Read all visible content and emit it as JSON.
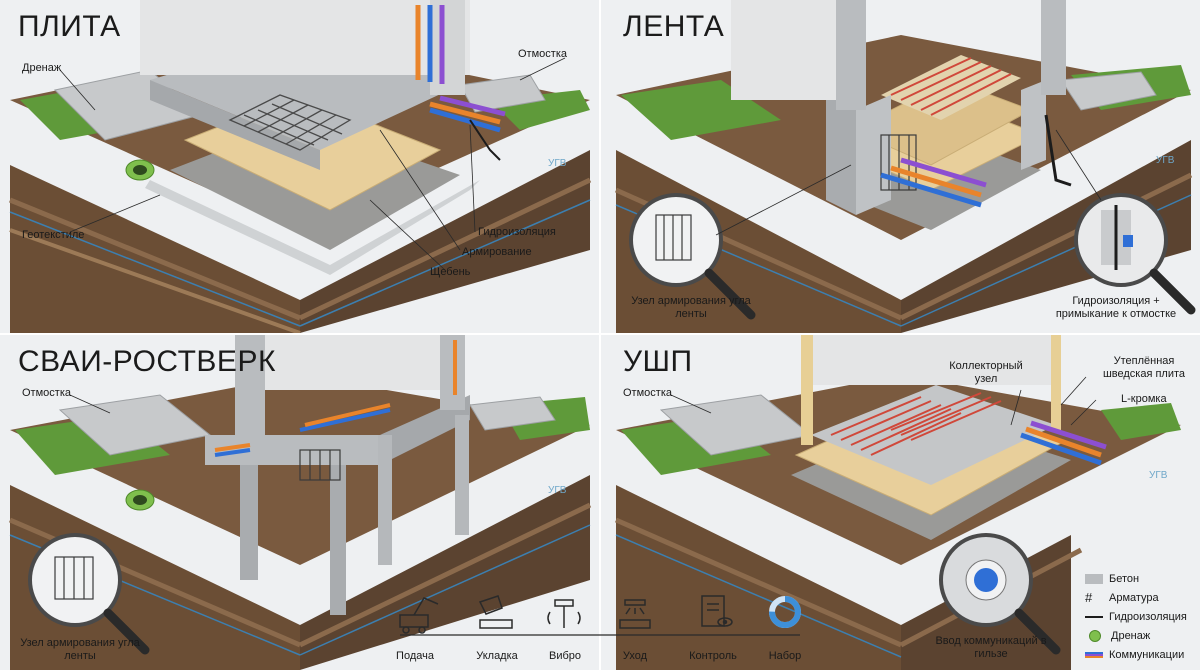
{
  "panels": {
    "plita": {
      "title": "ПЛИТА",
      "labels": {
        "drainage": "Дренаж",
        "blind_area": "Отмостка",
        "geotextile": "Геотекстиле",
        "waterproofing": "Гидроизоляция",
        "reinforcement": "Армирование",
        "gravel": "Щебень",
        "groundwater": "УГВ"
      }
    },
    "lenta": {
      "title": "ЛЕНТА",
      "labels": {
        "corner_node": "Узел армирования угла ленты",
        "waterproofing_junction": "Гидроизоляция + примыкание к отмостке",
        "groundwater": "УГВ"
      }
    },
    "svai": {
      "title": "СВАИ-РОСТВЕРК",
      "labels": {
        "blind_area": "Отмостка",
        "corner_node": "Узел армирования угла ленты",
        "groundwater": "УГВ"
      }
    },
    "ushp": {
      "title": "УШП",
      "labels": {
        "blind_area": "Отмостка",
        "manifold": "Коллекторный узел",
        "swedish_slab": "Утеплённая шведская плита",
        "l_edge": "L-кромка",
        "utility_entry": "Ввод коммуникаций в гильзе",
        "groundwater": "УГВ"
      }
    }
  },
  "process": {
    "steps": [
      {
        "label": "Подача",
        "icon": "concrete-pump-truck-icon"
      },
      {
        "label": "Укладка",
        "icon": "bucket-pour-icon"
      },
      {
        "label": "Вибро",
        "icon": "vibrator-icon"
      },
      {
        "label": "Уход",
        "icon": "sprinkler-icon"
      },
      {
        "label": "Контроль",
        "icon": "checklist-eye-icon"
      },
      {
        "label": "Набор",
        "icon": "progress-ring-icon"
      }
    ],
    "strength_gain": 0.75
  },
  "legend": {
    "items": [
      {
        "label": "Бетон",
        "icon": "concrete-swatch"
      },
      {
        "label": "Арматура",
        "icon": "rebar-grid-icon"
      },
      {
        "label": "Гидроизоляция",
        "icon": "waterproofing-line"
      },
      {
        "label": "Дренаж",
        "icon": "drainage-pipe-icon"
      },
      {
        "label": "Коммуникации",
        "icon": "utility-lines-icon"
      }
    ]
  },
  "colors": {
    "concrete": "#b9bcbf",
    "grass": "#5f9a3a",
    "soil_dark": "#5b4330",
    "soil_light": "#8b6a4c",
    "insulation": "#e8cf9b",
    "gravel": "#9a9a98",
    "water_line": "#3c7fb0",
    "pipe_blue": "#2f6fd6",
    "pipe_orange": "#e9842b",
    "pipe_purple": "#8c4fd1",
    "heating_red": "#d0483a",
    "drain_green": "#7fbf4d"
  }
}
